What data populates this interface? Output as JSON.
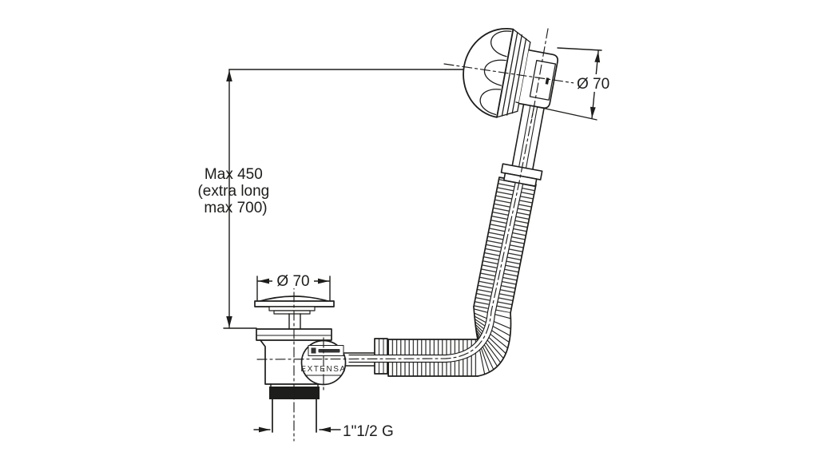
{
  "canvas": {
    "bg": "#ffffff",
    "ink": "#1d1d1b"
  },
  "labels": {
    "height_dim": {
      "line1": "Max 450",
      "line2": "(extra long",
      "line3": "max 700)"
    },
    "knob_diameter": "Ø 70",
    "drain_diameter": "Ø 70",
    "outlet_thread": "1\"1/2 G",
    "brand": "EXTENSA"
  },
  "parts": [
    "overflow-knob",
    "overflow-tube",
    "flexible-corrugated-hose",
    "hose-nut",
    "drain-waste-body",
    "drain-cap",
    "threaded-outlet"
  ]
}
